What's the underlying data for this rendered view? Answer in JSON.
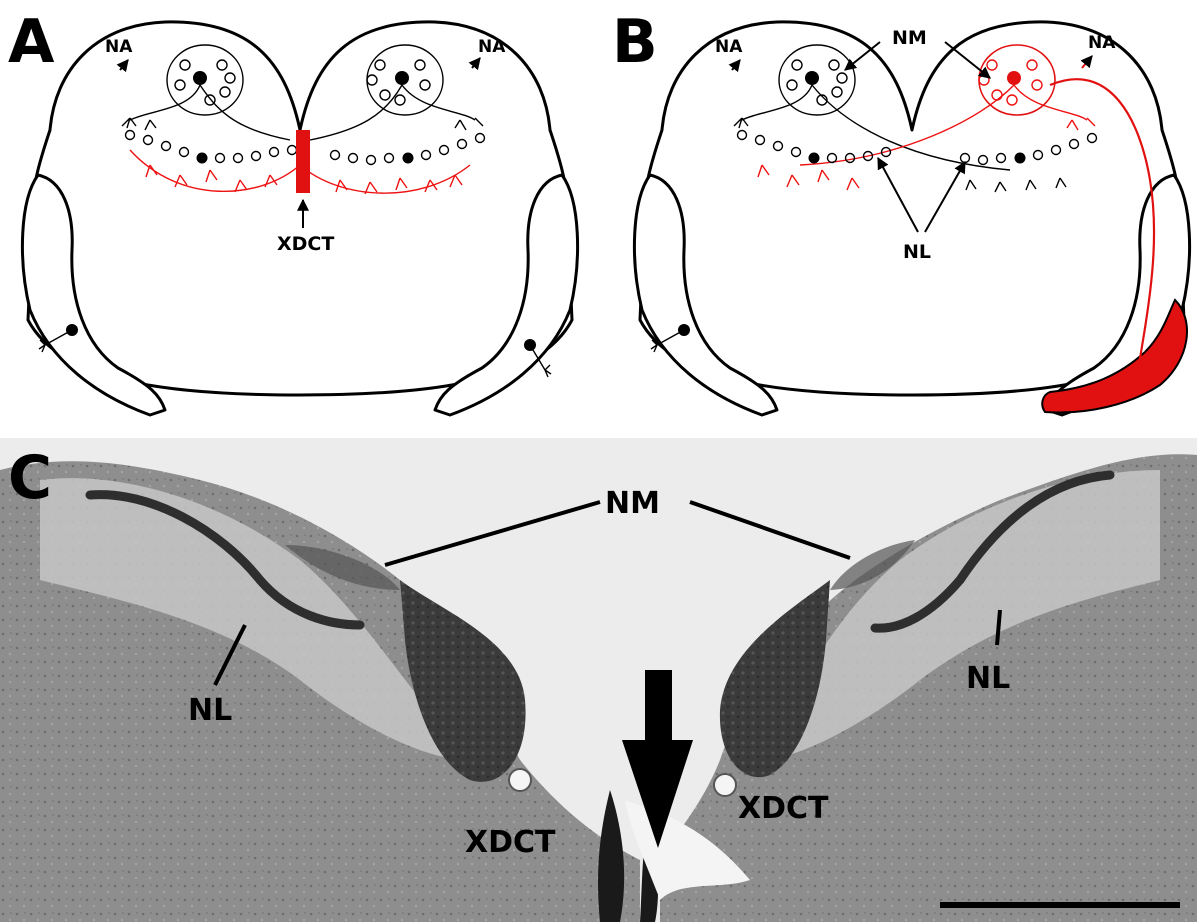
{
  "panels": {
    "a": {
      "letter": "A",
      "labels": {
        "na_left": "NA",
        "na_right": "NA",
        "xdct": "XDCT"
      }
    },
    "b": {
      "letter": "B",
      "labels": {
        "na_left": "NA",
        "na_right": "NA",
        "nm": "NM",
        "nl": "NL"
      }
    },
    "c": {
      "letter": "C",
      "labels": {
        "nm": "NM",
        "nl_left": "NL",
        "nl_right": "NL",
        "xdct_left": "XDCT",
        "xdct_right": "XDCT"
      }
    }
  },
  "colors": {
    "lesion": "#e11111",
    "ink": "#000000",
    "tissue_dark": "#3a3a3a",
    "tissue_mid": "#8c8c8c",
    "tissue_light": "#c9c9c9",
    "background": "#ffffff"
  }
}
